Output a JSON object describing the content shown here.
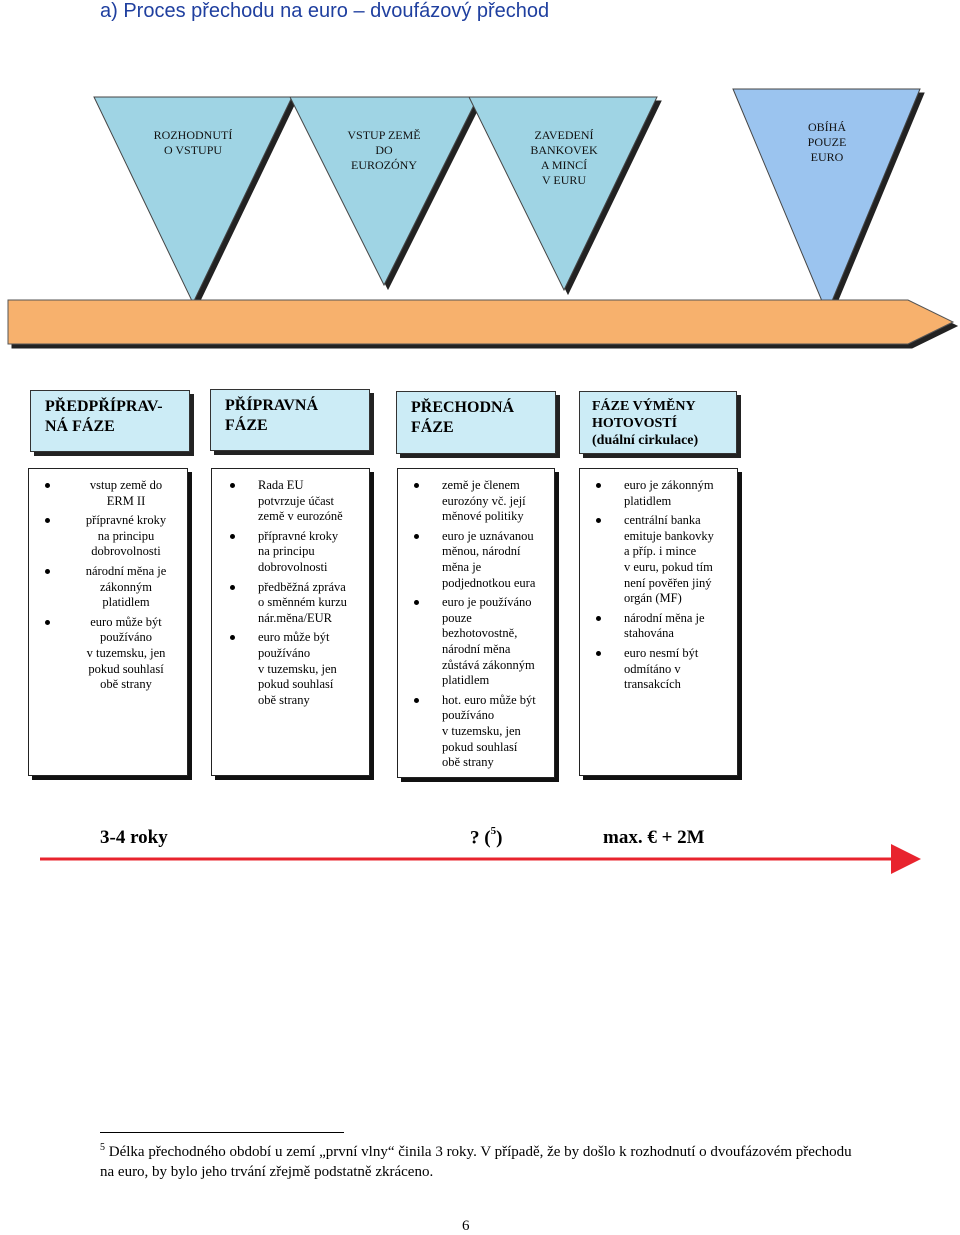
{
  "title": "a) Proces přechodu na euro – dvoufázový přechod",
  "colors": {
    "triangle_a": "#9fd4e4",
    "triangle_b": "#9bc4ef",
    "arrow": "#f7b16d",
    "phase_bg": "#ccecf6",
    "timeline": "#e8242e",
    "title": "#1f3f9f"
  },
  "triangles": [
    {
      "lines": [
        "ROZHODNUTÍ",
        "O VSTUPU"
      ]
    },
    {
      "lines": [
        "VSTUP ZEMĚ",
        "DO",
        "EUROZÓNY"
      ]
    },
    {
      "lines": [
        "ZAVEDENÍ",
        "BANKOVEK",
        "A MINCÍ",
        "V EURU"
      ]
    },
    {
      "lines": [
        "OBÍHÁ",
        "POUZE",
        "EURO"
      ]
    }
  ],
  "phases": [
    {
      "lines": [
        "PŘEDPŘÍPRAV-",
        "NÁ FÁZE"
      ],
      "sub": ""
    },
    {
      "lines": [
        "PŘÍPRAVNÁ",
        "FÁZE"
      ],
      "sub": ""
    },
    {
      "lines": [
        "PŘECHODNÁ",
        "FÁZE"
      ],
      "sub": ""
    },
    {
      "lines": [
        "FÁZE VÝMĚNY",
        "HOTOVOSTÍ"
      ],
      "sub": "(duální cirkulace)"
    }
  ],
  "columns": [
    [
      [
        "vstup země do",
        "ERM II"
      ],
      [
        "přípravné kroky",
        "na principu",
        "dobrovolnosti"
      ],
      [
        "národní měna je",
        "zákonným",
        "platidlem"
      ],
      [
        "euro může být",
        "používáno",
        "v tuzemsku, jen",
        "pokud souhlasí",
        "obě strany"
      ]
    ],
    [
      [
        "Rada EU",
        "potvrzuje účast",
        "země v eurozóně"
      ],
      [
        "přípravné kroky",
        "na principu",
        "dobrovolnosti"
      ],
      [
        "předběžná zpráva",
        "o směnném kurzu",
        "nár.měna/EUR"
      ],
      [
        "euro může být",
        "používáno",
        "v tuzemsku, jen",
        "pokud souhlasí",
        "obě strany"
      ]
    ],
    [
      [
        "země je členem",
        "eurozóny vč. její",
        "měnové politiky"
      ],
      [
        "euro je uznávanou",
        "měnou, národní",
        "měna je",
        "podjednotkou eura"
      ],
      [
        "euro je používáno",
        "pouze",
        "bezhotovostně,",
        "národní měna",
        "zůstává zákonným",
        "platidlem"
      ],
      [
        "hot. euro může být",
        "používáno",
        "v tuzemsku, jen",
        "pokud souhlasí",
        "obě strany"
      ]
    ],
    [
      [
        "euro je zákonným",
        "platidlem"
      ],
      [
        "centrální banka",
        "emituje bankovky",
        "a příp. i mince",
        "v euru, pokud tím",
        "není pověřen jiný",
        "orgán (MF)"
      ],
      [
        "národní měna je",
        "stahována"
      ],
      [
        "euro nesmí být",
        "odmítáno v",
        "transakcích"
      ]
    ]
  ],
  "timeline": {
    "label_1": "3-4 roky",
    "label_2_pre": "? (",
    "label_2_sup": "5",
    "label_2_post": ")",
    "label_3": "max. € + 2M"
  },
  "footnote": {
    "marker": "5",
    "text": " Délka přechodného období u zemí „první vlny“ činila 3 roky. V případě, že by došlo k rozhodnutí o dvoufázovém přechodu na euro, by bylo jeho trvání zřejmě podstatně zkráceno."
  },
  "page_number": "6"
}
